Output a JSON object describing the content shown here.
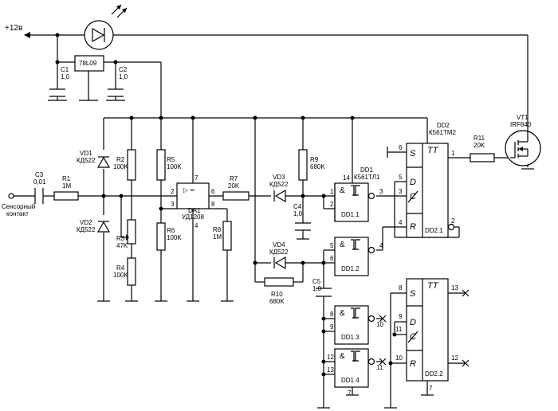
{
  "supply": {
    "label": "+12в"
  },
  "components": {
    "u_reg": {
      "name": "78L09"
    },
    "c1": {
      "ref": "C1",
      "value": "1,0"
    },
    "c2": {
      "ref": "C2",
      "value": "1,0"
    },
    "c3": {
      "ref": "C3",
      "value": "0,01"
    },
    "c4": {
      "ref": "C4",
      "value": "1,0"
    },
    "c5": {
      "ref": "C5",
      "value": "1,0"
    },
    "r1": {
      "ref": "R1",
      "value": "1M"
    },
    "r2": {
      "ref": "R2",
      "value": "100K"
    },
    "r3": {
      "ref": "R3",
      "value": "47K"
    },
    "r4": {
      "ref": "R4",
      "value": "100K"
    },
    "r5": {
      "ref": "R5",
      "value": "100K"
    },
    "r6": {
      "ref": "R6",
      "value": "100K"
    },
    "r7": {
      "ref": "R7",
      "value": "20K"
    },
    "r8": {
      "ref": "R8",
      "value": "1M"
    },
    "r9": {
      "ref": "R9",
      "value": "680K"
    },
    "r10": {
      "ref": "R10",
      "value": "680K"
    },
    "r11": {
      "ref": "R11",
      "value": "20K"
    },
    "vd1": {
      "ref": "VD1",
      "value": "КД522"
    },
    "vd2": {
      "ref": "VD2",
      "value": "КД522"
    },
    "vd3": {
      "ref": "VD3",
      "value": "КД522"
    },
    "vd4": {
      "ref": "VD4",
      "value": "КД522"
    },
    "da1": {
      "ref": "DA1",
      "part": "УД1208",
      "symbol": "▷ ∞"
    },
    "dd1": {
      "ref": "DD1",
      "part": "К561ТЛ1"
    },
    "dd2": {
      "ref": "DD2",
      "part": "К561ТМ2"
    },
    "vt1": {
      "ref": "VT1",
      "part": "IRF840"
    },
    "sensor": {
      "line1": "Сенсорный",
      "line2": "контакт"
    }
  },
  "gates": {
    "and_symbol": "&",
    "g1": "DD1.1",
    "g2": "DD1.2",
    "g3": "DD1.3",
    "g4": "DD1.4"
  },
  "flipflops": {
    "tt": "TT",
    "s": "S",
    "d": "D",
    "c": "C",
    "r": "R",
    "ff1": "DD2.1",
    "ff2": "DD2.2"
  },
  "pins": {
    "da1": [
      "2",
      "3",
      "7",
      "6",
      "8",
      "4"
    ],
    "g1": [
      "14",
      "1",
      "2",
      "3"
    ],
    "g2": [
      "5",
      "6",
      "4"
    ],
    "g3": [
      "8",
      "9",
      "10"
    ],
    "g4": [
      "12",
      "13",
      "11",
      "7"
    ],
    "ff1": [
      "6",
      "5",
      "3",
      "4",
      "1",
      "2"
    ],
    "ff2": [
      "8",
      "9",
      "11",
      "10",
      "13",
      "12",
      "7"
    ]
  }
}
